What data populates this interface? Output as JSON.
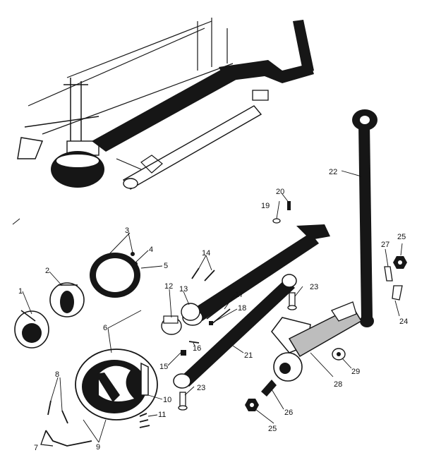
{
  "callouts": [
    {
      "id": "c1",
      "text": "1"
    },
    {
      "id": "c2",
      "text": "2"
    },
    {
      "id": "c3",
      "text": "3"
    },
    {
      "id": "c4",
      "text": "4"
    },
    {
      "id": "c5",
      "text": "5"
    },
    {
      "id": "c6",
      "text": "6"
    },
    {
      "id": "c7",
      "text": "7"
    },
    {
      "id": "c8",
      "text": "8"
    },
    {
      "id": "c9",
      "text": "9"
    },
    {
      "id": "c10",
      "text": "10"
    },
    {
      "id": "c11",
      "text": "11"
    },
    {
      "id": "c12",
      "text": "12"
    },
    {
      "id": "c13",
      "text": "13"
    },
    {
      "id": "c14",
      "text": "14"
    },
    {
      "id": "c15",
      "text": "15"
    },
    {
      "id": "c16",
      "text": "16"
    },
    {
      "id": "c17",
      "text": "17"
    },
    {
      "id": "c18",
      "text": "18"
    },
    {
      "id": "c19",
      "text": "19"
    },
    {
      "id": "c20",
      "text": "20"
    },
    {
      "id": "c21",
      "text": "21"
    },
    {
      "id": "c22",
      "text": "22"
    },
    {
      "id": "c23a",
      "text": "23"
    },
    {
      "id": "c23b",
      "text": "23"
    },
    {
      "id": "c24",
      "text": "24"
    },
    {
      "id": "c25a",
      "text": "25"
    },
    {
      "id": "c25b",
      "text": "25"
    },
    {
      "id": "c26",
      "text": "26"
    },
    {
      "id": "c27",
      "text": "27"
    },
    {
      "id": "c28",
      "text": "28"
    },
    {
      "id": "c29",
      "text": "29"
    }
  ]
}
